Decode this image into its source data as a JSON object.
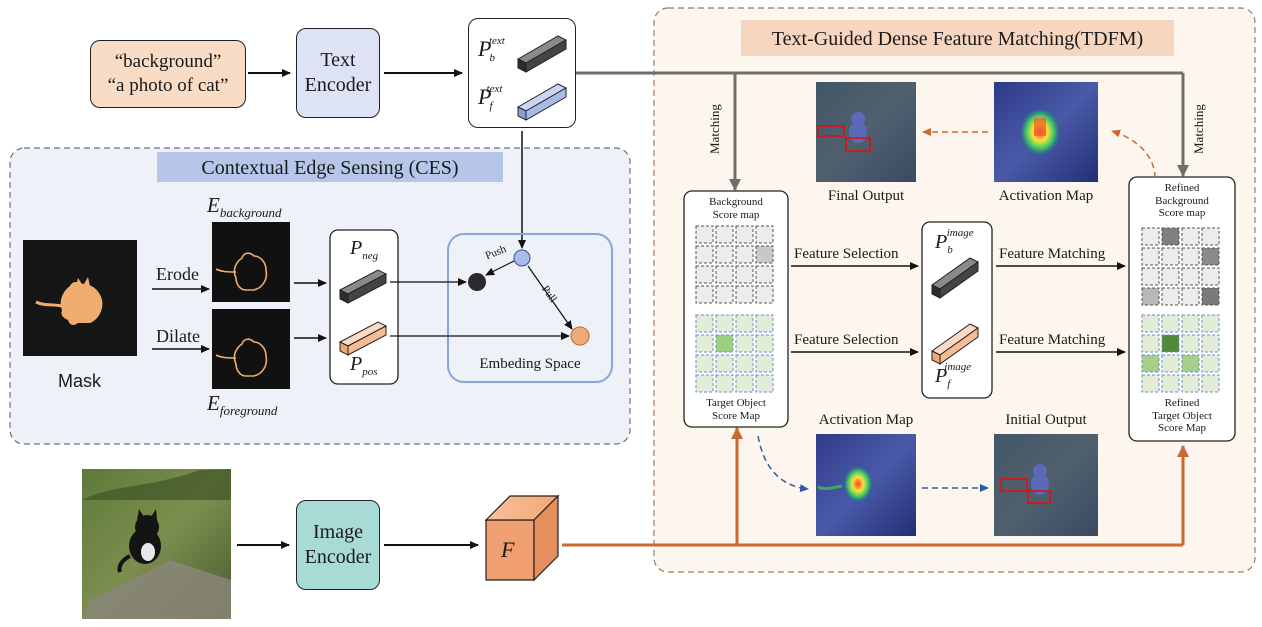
{
  "text_input": {
    "line1": "“background”",
    "line2": "“a photo of cat”"
  },
  "text_encoder": {
    "line1": "Text",
    "line2": "Encoder"
  },
  "image_encoder": {
    "line1": "Image",
    "line2": "Encoder"
  },
  "text_prototypes": {
    "P": "P",
    "b_sub": "b",
    "f_sub": "f",
    "sup": "text"
  },
  "ces": {
    "title": "Contextual Edge Sensing (CES)",
    "mask_label": "Mask",
    "erode_label": "Erode",
    "dilate_label": "Dilate",
    "E_symbol": "E",
    "e_bg_sub": "background",
    "e_fg_sub": "foreground",
    "P_symbol": "P",
    "p_neg_sub": "neg",
    "p_pos_sub": "pos",
    "embedding_space_label": "Embeding Space",
    "push_label": "Push",
    "pull_label": "Pull"
  },
  "tdfm": {
    "title": "Text-Guided Dense Feature Matching(TDFM)",
    "matching_left": "Matching",
    "matching_right": "Matching",
    "bg_score_line1": "Background",
    "bg_score_line2": "Score map",
    "target_score_line1": "Target Object",
    "target_score_line2": "Score Map",
    "feature_selection_top": "Feature Selection",
    "feature_selection_bottom": "Feature Selection",
    "feature_matching_top": "Feature Matching",
    "feature_matching_bottom": "Feature Matching",
    "P_symbol": "P",
    "p_b_sub": "b",
    "p_f_sub": "f",
    "p_sup": "image",
    "refined_bg_line1": "Refined",
    "refined_bg_line2": "Background",
    "refined_bg_line3": "Score map",
    "refined_target_line1": "Refined",
    "refined_target_line2": "Target Object",
    "refined_target_line3": "Score Map",
    "final_output": "Final Output",
    "activation_map_top": "Activation Map",
    "activation_map_bottom": "Activation Map",
    "initial_output": "Initial Output"
  },
  "feature_symbol": "F",
  "colors": {
    "text_input_fill": "#f8dcc6",
    "text_encoder_fill": "#dde2f4",
    "image_encoder_fill": "#a8dbd6",
    "ces_panel_fill": "#eff1f8",
    "ces_title_fill": "#b5c6e8",
    "tdfm_panel_fill": "#fdf6ef",
    "tdfm_title_fill": "#f7d6c0",
    "orange_arrow": "#c96a2e",
    "gray_arrow": "#6e6e6e",
    "blue_dashed": "#2f5aa6",
    "feature_cube": "#f0a070"
  }
}
